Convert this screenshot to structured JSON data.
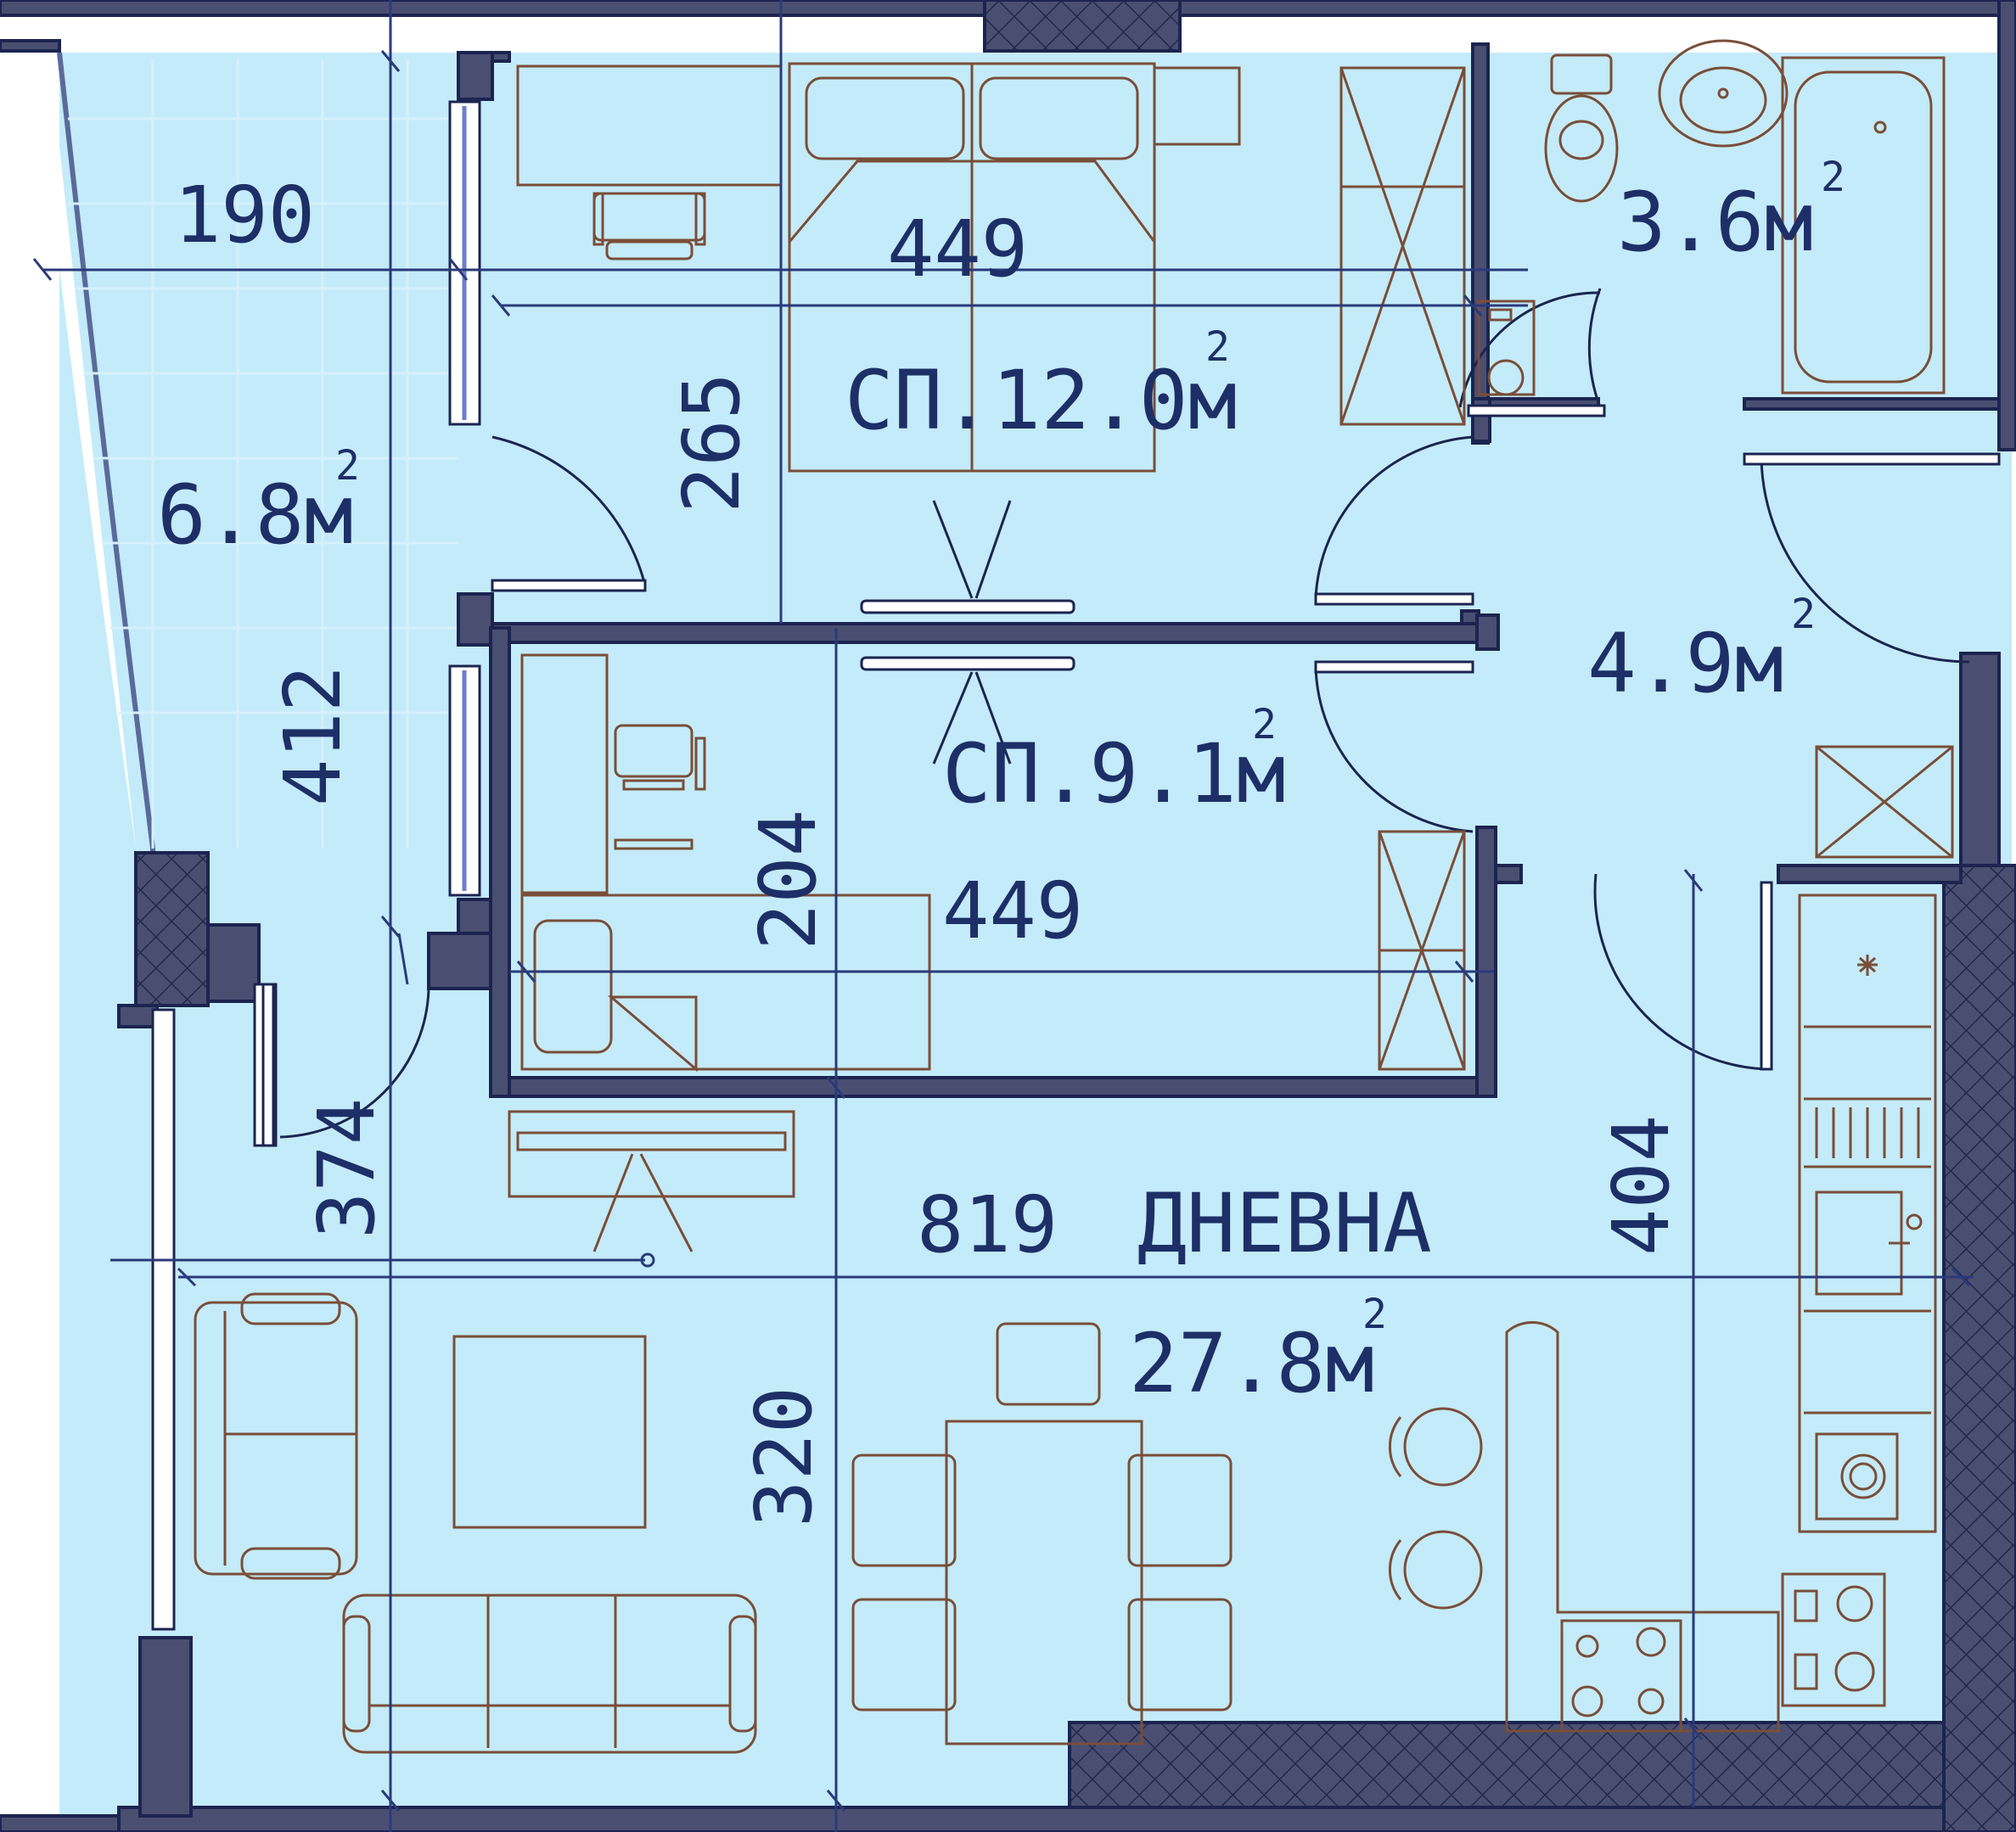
{
  "colors": {
    "floor": "#c4ebf9",
    "wall": "#4a4f72",
    "wall_outline": "#1c2450",
    "text": "#1e2f67",
    "dim_line": "#2a3a7a",
    "furniture": "#7a4e38",
    "door": "#1c2450",
    "hatch": "#2b3258"
  },
  "rooms": {
    "balcony": {
      "area": "6.8м",
      "sup": "2"
    },
    "bedroom_main": {
      "label": "СП.12.0м",
      "sup": "2"
    },
    "bedroom_second": {
      "label": "СП.9.1м",
      "sup": "2"
    },
    "bathroom": {
      "area": "3.6м",
      "sup": "2"
    },
    "hallway": {
      "area": "4.9м",
      "sup": "2"
    },
    "living": {
      "label": "ДНЕВНА",
      "area": "27.8м",
      "sup": "2"
    }
  },
  "dimensions": {
    "balcony_width": "190",
    "balcony_height": "412",
    "main_bedroom_width": "449",
    "main_bedroom_height": "265",
    "second_bedroom_width": "449",
    "second_bedroom_height": "204",
    "living_width": "819",
    "living_left_height": "374",
    "living_mid_height": "320",
    "living_right_height": "404"
  },
  "icons": [
    "fridge-icon",
    "sink-icon",
    "stove-icon",
    "toilet-icon",
    "bathtub-icon",
    "washing-machine-icon"
  ]
}
